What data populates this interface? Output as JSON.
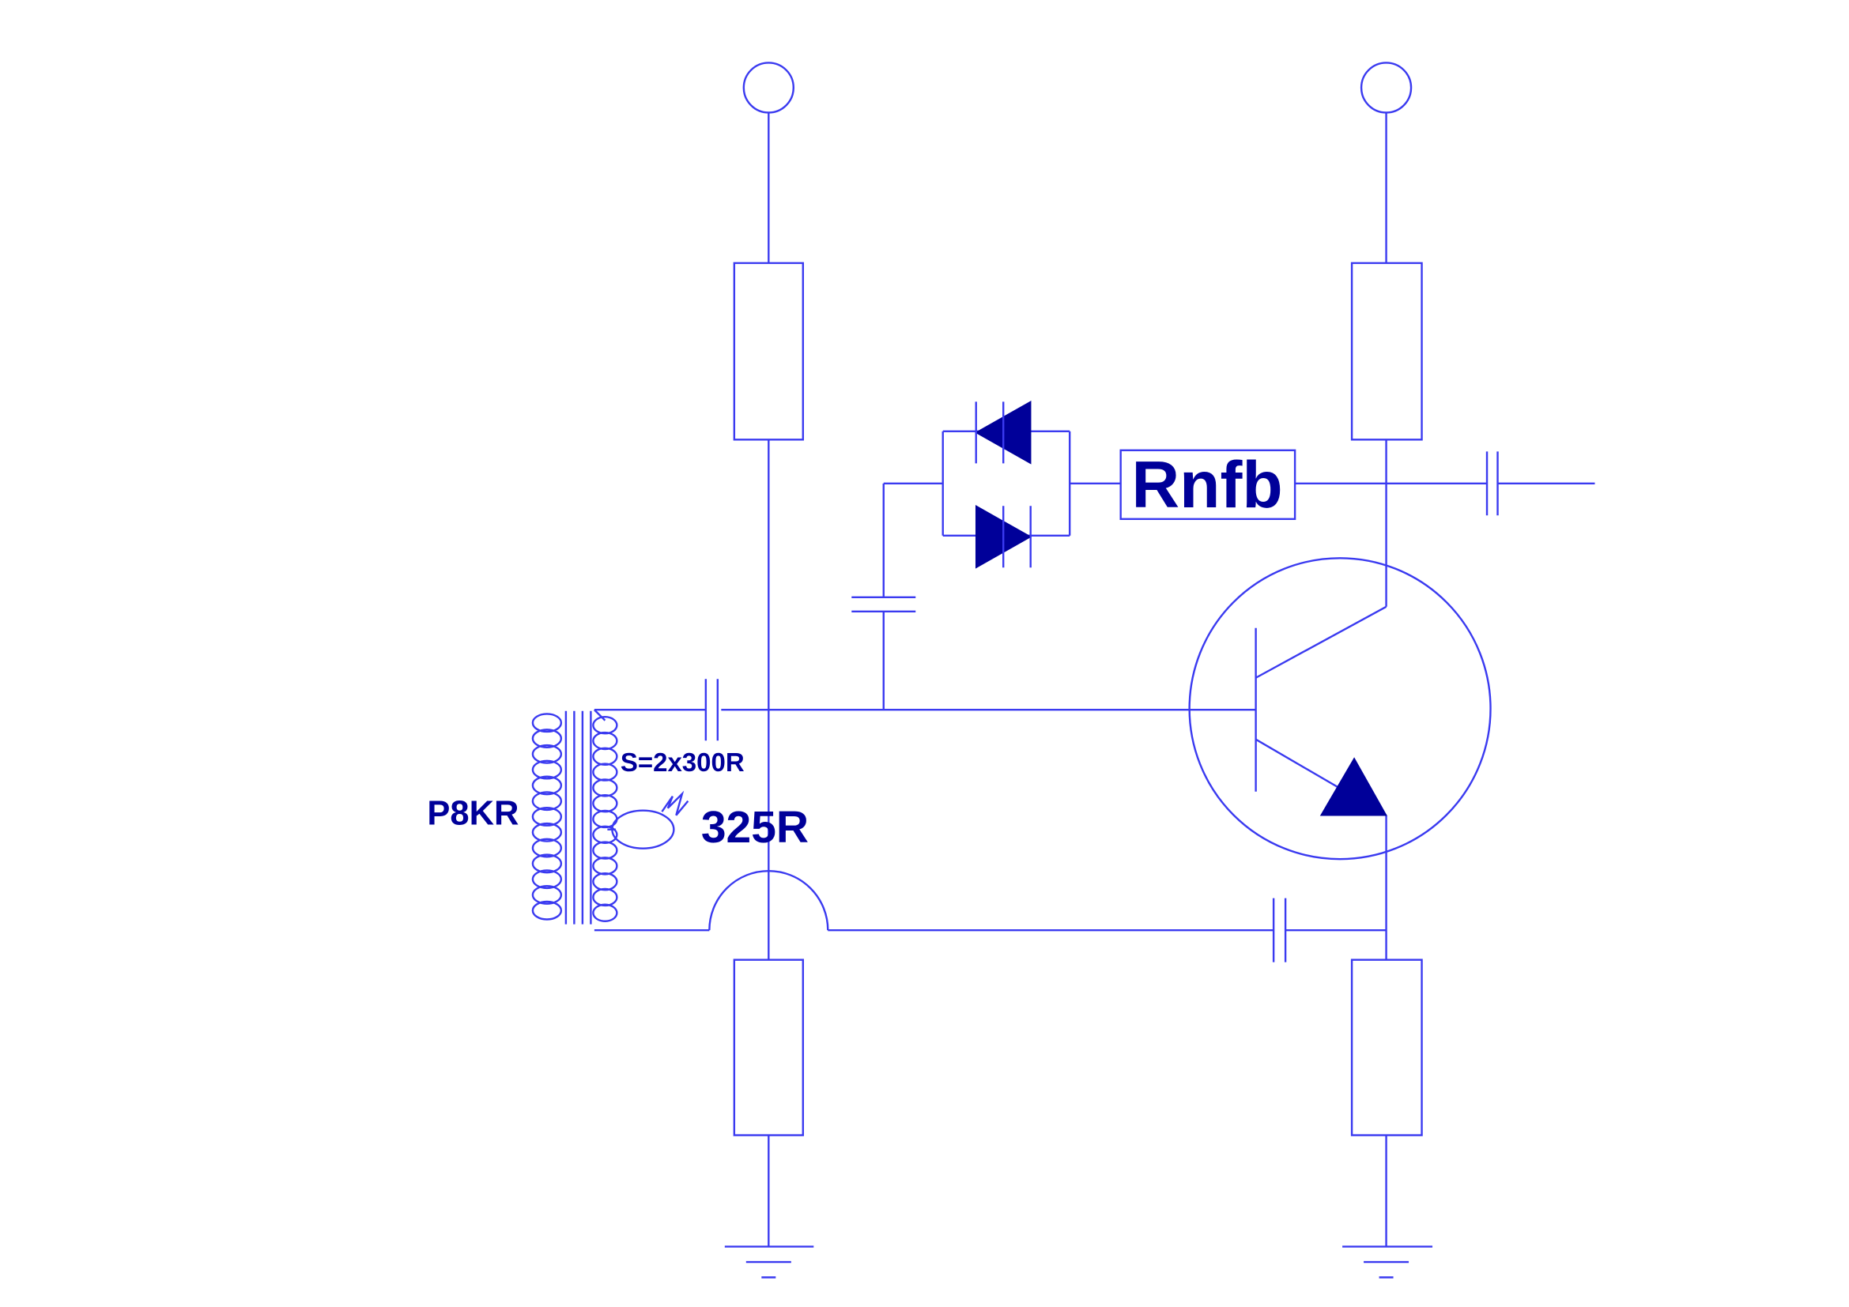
{
  "labels": {
    "rnfb": "Rnfb",
    "primary": "P8KR",
    "secondary": "S=2x300R",
    "ldr": "325R"
  },
  "colors": {
    "wire": "#3a3af0",
    "fill": "#000099",
    "background": "#ffffff"
  }
}
